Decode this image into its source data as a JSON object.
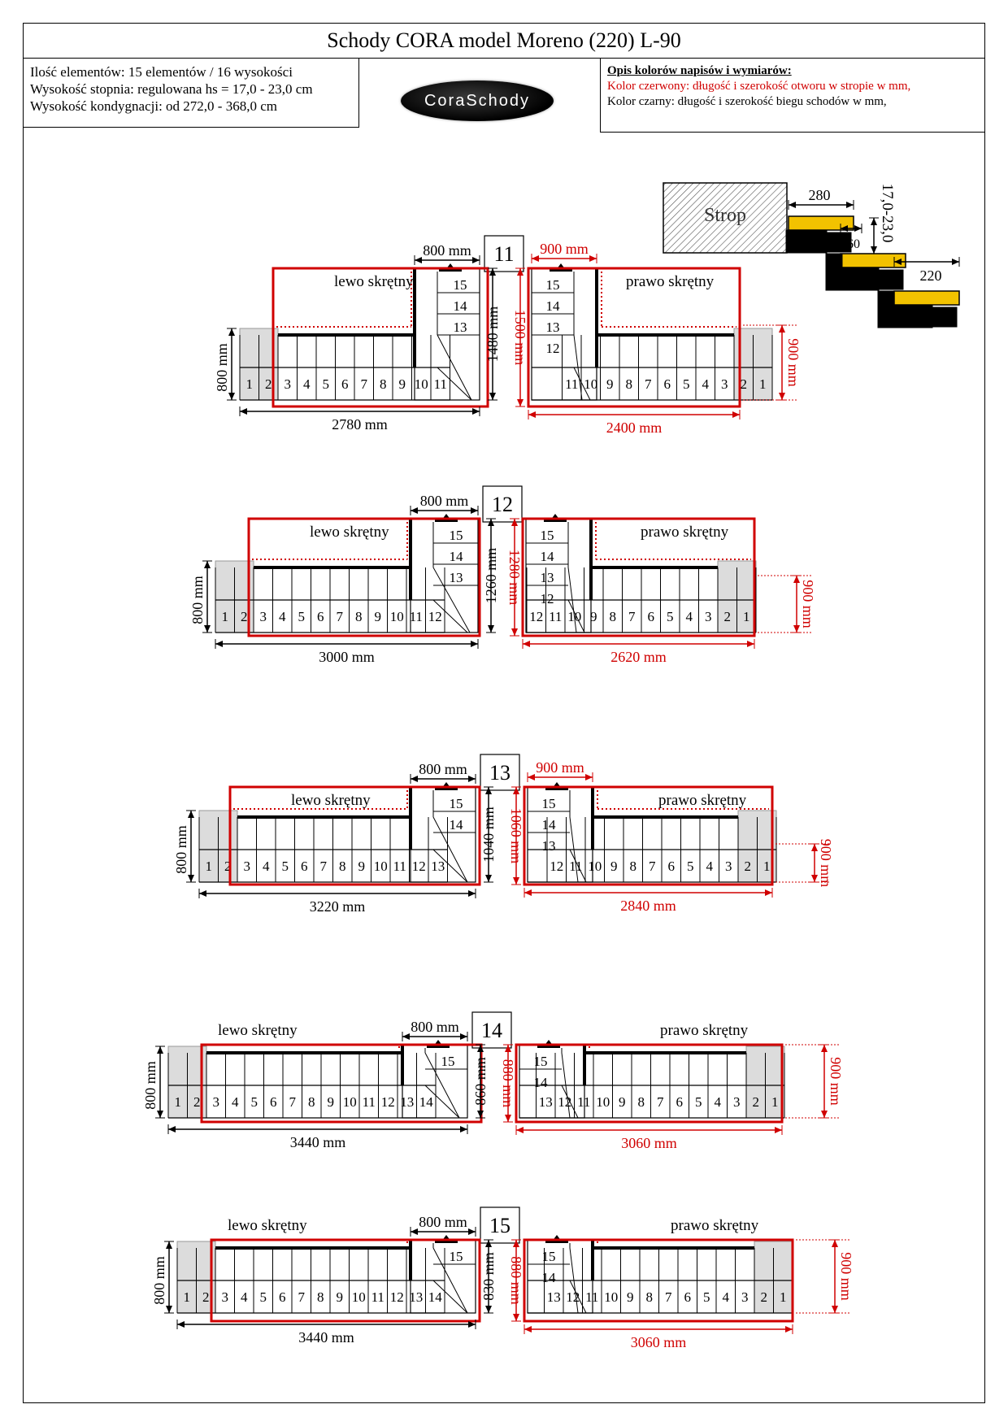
{
  "title": "Schody CORA model Moreno (220) L-90",
  "info": [
    "Ilość elementów: 15 elementów / 16 wysokości",
    "Wysokość stopnia: regulowana  hs = 17,0 - 23,0 cm",
    "Wysokość kondygnacji: od 272,0 - 368,0 cm"
  ],
  "logo_text": "CoraSchody",
  "legend": {
    "heading": "Opis kolorów napisów i wymiarów:",
    "red_line": "Kolor czerwony:  długość i szerokość otworu w stropie w mm,",
    "black_line": "Kolor czarny: długość i szerokość biegu schodów w mm,"
  },
  "colors": {
    "red": "#d00000",
    "black": "#000000",
    "yellow": "#f2c200",
    "grey": "#dcdcdc"
  },
  "detail": {
    "ceiling_label": "Strop",
    "tread_depth": "280",
    "rise_range": "17,0-23,0",
    "overlap": "60",
    "run": "220"
  },
  "sections": [
    {
      "number": "11",
      "left_label": "lewo skrętny",
      "right_label": "prawo skrętny",
      "left_width": "800 mm",
      "right_width": "900 mm",
      "left_depth": "1480 mm",
      "right_depth": "1500 mm",
      "left_length": "2780 mm",
      "right_length": "2400 mm",
      "left_side": "800 mm",
      "right_side": "900 mm"
    },
    {
      "number": "12",
      "left_label": "lewo skrętny",
      "right_label": "prawo skrętny",
      "left_width": "800 mm",
      "right_width": "",
      "left_depth": "1260 mm",
      "right_depth": "1280 mm",
      "left_length": "3000 mm",
      "right_length": "2620 mm",
      "left_side": "800 mm",
      "right_side": "900 mm"
    },
    {
      "number": "13",
      "left_label": "lewo skrętny",
      "right_label": "prawo skrętny",
      "left_width": "800 mm",
      "right_width": "900 mm",
      "left_depth": "1040 mm",
      "right_depth": "1060 mm",
      "left_length": "3220 mm",
      "right_length": "2840 mm",
      "left_side": "800 mm",
      "right_side": "900 mm"
    },
    {
      "number": "14",
      "left_label": "lewo skrętny",
      "right_label": "prawo skrętny",
      "left_width": "800 mm",
      "right_width": "",
      "left_depth": "860 mm",
      "right_depth": "880 mm",
      "left_length": "3440 mm",
      "right_length": "3060 mm",
      "left_side": "800 mm",
      "right_side": "900 mm"
    },
    {
      "number": "15",
      "left_label": "lewo skrętny",
      "right_label": "prawo skrętny",
      "left_width": "800 mm",
      "right_width": "",
      "left_depth": "830 mm",
      "right_depth": "880 mm",
      "left_length": "3440 mm",
      "right_length": "3060 mm",
      "left_side": "800 mm",
      "right_side": "900 mm"
    }
  ]
}
